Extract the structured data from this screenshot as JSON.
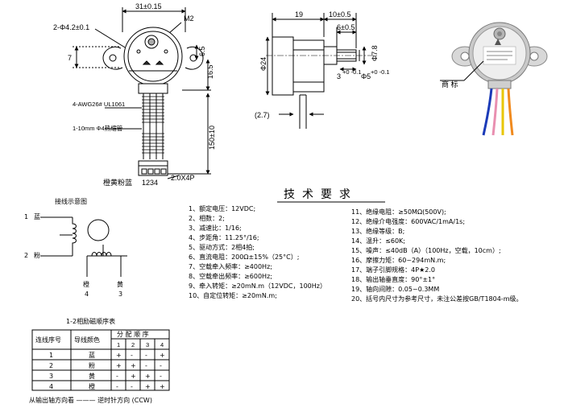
{
  "drawing": {
    "front_view": {
      "dim_width": "31±0.15",
      "label_m2": "M2",
      "dim_holes": "2-Φ4.2±0.1",
      "dim_7": "7",
      "dim_6_5": "6.5",
      "dim_16_5": "16.5",
      "dim_150": "150±10",
      "wire_spec": "4-AWG26# UL1061",
      "sleeve_spec": "1-10mm Φ4热缩管",
      "connector_colors": "橙黄粉蓝",
      "connector_pins": "1234",
      "connector_type": "2.0X4P"
    },
    "side_view": {
      "dim_19": "19",
      "dim_10": "10±0.5",
      "dim_6": "6±0.5",
      "dim_24": "Φ24",
      "dim_2_7": "(2.7)",
      "dim_7_8": "Φ7.8",
      "dim_3": "3",
      "dim_3_tol": "+0 -0.1",
      "dim_5": "Φ5",
      "dim_5_tol": "+0 -0.1"
    },
    "photo": {
      "trademark_label": "商 标"
    }
  },
  "wiring": {
    "title": "接线示意图",
    "label_1": "1",
    "label_blue": "蓝",
    "label_2": "2",
    "label_pink": "粉",
    "label_3": "3",
    "label_orange": "橙",
    "label_4": "4",
    "label_yellow": "黄"
  },
  "excitation_table": {
    "title": "1-2相励磁顺序表",
    "header_seq": "连线序号",
    "header_color": "导线颜色",
    "header_dist": "分 配 顺 序",
    "sub_cols": [
      "1",
      "2",
      "3",
      "4"
    ],
    "rows": [
      {
        "seq": "1",
        "color": "蓝",
        "cells": [
          "+",
          "-",
          "-",
          "+"
        ]
      },
      {
        "seq": "2",
        "color": "粉",
        "cells": [
          "+",
          "+",
          "-",
          "-"
        ]
      },
      {
        "seq": "3",
        "color": "黄",
        "cells": [
          "-",
          "+",
          "+",
          "-"
        ]
      },
      {
        "seq": "4",
        "color": "橙",
        "cells": [
          "-",
          "-",
          "+",
          "+"
        ]
      }
    ],
    "footer": "从输出轴方向看 ——— 逆时针方向 (CCW)"
  },
  "requirements": {
    "title": "技术要求",
    "left": [
      "1、额定电压：12VDC;",
      "2、相数：2;",
      "3、减速比：1/16;",
      "4、步距角：11.25°/16;",
      "5、驱动方式：2相4拍;",
      "6、直流电阻：200Ω±15%（25°C）;",
      "7、空载牵入频率：≥400Hz;",
      "8、空载牵出频率：≥600Hz;",
      "9、牵入转矩：≥20mN.m（12VDC，100Hz）",
      "10、自定位转矩：≥20mN.m;"
    ],
    "right": [
      "11、绝缘电阻：≥50MΩ(500V);",
      "12、绝缘介电强度：600VAC/1mA/1s;",
      "13、绝缘等级：B;",
      "14、温升：≤60K;",
      "15、噪声：≤40dB（A）（100Hz，空载，10cm）;",
      "16、摩擦力矩：60~294mN.m;",
      "17、端子引脚规格：4P★2.0",
      "18、输出轴垂直度：90°±1°",
      "19、轴向间隙：0.05~0.3MM",
      "20、括号内尺寸为参考尺寸，未注公差按GB/T1804-m级。"
    ]
  }
}
